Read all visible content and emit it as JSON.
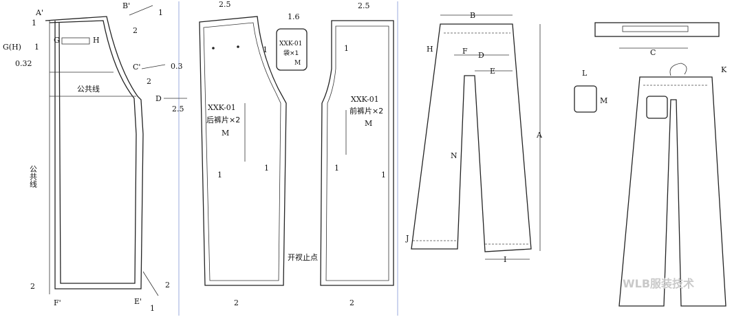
{
  "panel_pattern": {
    "labels": {
      "a_prime": "A'",
      "b_prime": "B'",
      "c_prime": "C'",
      "d": "D",
      "e_prime": "E'",
      "f_prime": "F'",
      "g": "G",
      "h": "H",
      "gh": "G(H)",
      "common_line_h": "公共线",
      "common_line_v": "公共线"
    },
    "measures": {
      "a_vert": "1",
      "b_vert": "1",
      "b_horiz": "2",
      "gh_vert": "1",
      "gh_offset": "0.32",
      "c_horiz": "2",
      "c_side": "0.3",
      "d_horiz": "2.5",
      "f_vert": "2",
      "e_vert": "2",
      "e_horiz": "1"
    }
  },
  "panel_pieces": {
    "top_left": "2.5",
    "top_right": "2.5",
    "pocket": {
      "top": "1.6",
      "code": "XXK-01",
      "name": "袋×1",
      "size": "M"
    },
    "back": {
      "code": "XXK-01",
      "name": "后裤片×2",
      "size": "M"
    },
    "front": {
      "code": "XXK-01",
      "name": "前裤片×2",
      "size": "M"
    },
    "seam_marks": [
      "1",
      "1",
      "1",
      "1",
      "1",
      "1"
    ],
    "slit_stop": "开衩止点",
    "hem_left": "2",
    "hem_right": "2"
  },
  "panel_flat": {
    "labels": {
      "b": "B",
      "h": "H",
      "f": "F",
      "d": "D",
      "e": "E",
      "a": "A",
      "n": "N",
      "j": "J",
      "i": "I"
    }
  },
  "panel_back_view": {
    "labels": {
      "c": "C",
      "l": "L",
      "m": "M",
      "k": "K"
    }
  },
  "watermark": "WLB服装技术"
}
